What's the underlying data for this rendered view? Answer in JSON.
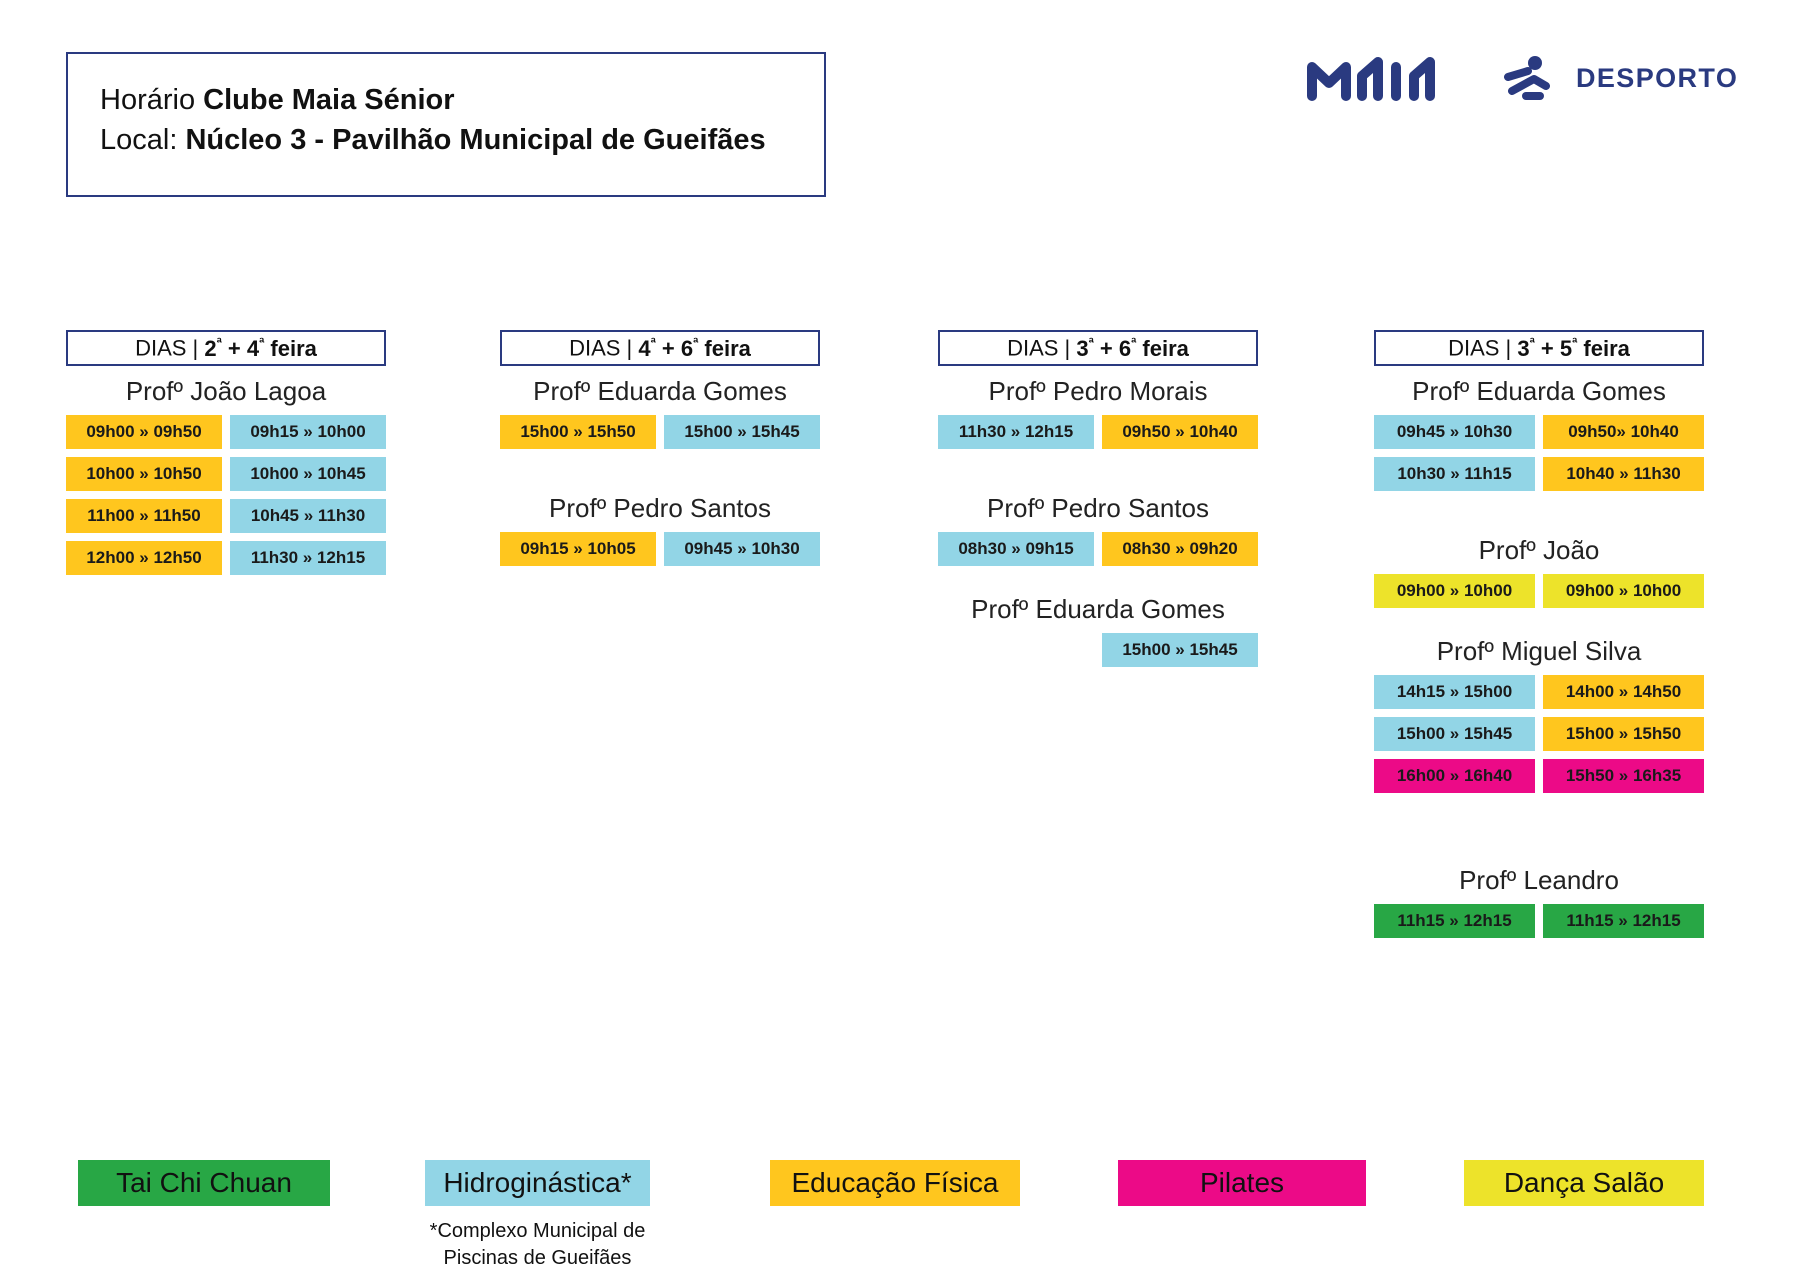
{
  "header": {
    "title_prefix": "Horário ",
    "title_strong": "Clube Maia Sénior",
    "local_prefix": "Local: ",
    "local_strong": "Núcleo 3 -  Pavilhão Municipal de Gueifães",
    "brand_word": "DESPORTO",
    "brand_logo": "maia-logo",
    "brand_icon": "runner-icon",
    "brand_color": "#2a3a80"
  },
  "palette": {
    "orange": "#FFC61E",
    "blue": "#92D5E6",
    "yellow": "#EDE32A",
    "pink": "#EC0A87",
    "green": "#28A745",
    "navy": "#2a3a80"
  },
  "columns": [
    {
      "days_prefix": "DIAS | ",
      "days_strong": "2ª + 4ª feira",
      "groups": [
        {
          "teacher": "Profº João Lagoa",
          "slots": [
            {
              "label": "09h00 » 09h50",
              "color": "#FFC61E"
            },
            {
              "label": "09h15 » 10h00",
              "color": "#92D5E6"
            },
            {
              "label": "10h00 » 10h50",
              "color": "#FFC61E"
            },
            {
              "label": "10h00 » 10h45",
              "color": "#92D5E6"
            },
            {
              "label": "11h00 » 11h50",
              "color": "#FFC61E"
            },
            {
              "label": "10h45 » 11h30",
              "color": "#92D5E6"
            },
            {
              "label": "12h00 » 12h50",
              "color": "#FFC61E"
            },
            {
              "label": "11h30 » 12h15",
              "color": "#92D5E6"
            }
          ]
        }
      ]
    },
    {
      "days_prefix": "DIAS | ",
      "days_strong": "4ª + 6ª feira",
      "groups": [
        {
          "teacher": "Profº Eduarda Gomes",
          "slots": [
            {
              "label": "15h00 » 15h50",
              "color": "#FFC61E"
            },
            {
              "label": "15h00 » 15h45",
              "color": "#92D5E6"
            }
          ]
        },
        {
          "teacher": "Profº Pedro Santos",
          "slots": [
            {
              "label": "09h15 » 10h05",
              "color": "#FFC61E"
            },
            {
              "label": "09h45 » 10h30",
              "color": "#92D5E6"
            }
          ]
        }
      ]
    },
    {
      "days_prefix": "DIAS | ",
      "days_strong": "3ª + 6ª feira",
      "groups": [
        {
          "teacher": "Profº Pedro Morais",
          "slots": [
            {
              "label": "11h30 » 12h15",
              "color": "#92D5E6"
            },
            {
              "label": "09h50 » 10h40",
              "color": "#FFC61E"
            }
          ]
        },
        {
          "teacher": "Profº Pedro Santos",
          "slots": [
            {
              "label": "08h30 » 09h15",
              "color": "#92D5E6"
            },
            {
              "label": "08h30 » 09h20",
              "color": "#FFC61E"
            }
          ]
        },
        {
          "teacher": "Profº Eduarda Gomes",
          "slots": [
            {
              "label": "",
              "color": "transparent"
            },
            {
              "label": "15h00 » 15h45",
              "color": "#92D5E6"
            }
          ]
        }
      ]
    },
    {
      "days_prefix": "DIAS | ",
      "days_strong": "3ª + 5ª feira",
      "groups": [
        {
          "teacher": "Profº Eduarda Gomes",
          "slots": [
            {
              "label": "09h45 » 10h30",
              "color": "#92D5E6"
            },
            {
              "label": "09h50» 10h40",
              "color": "#FFC61E"
            },
            {
              "label": "10h30 » 11h15",
              "color": "#92D5E6"
            },
            {
              "label": "10h40 » 11h30",
              "color": "#FFC61E"
            }
          ]
        },
        {
          "teacher": "Profº João",
          "slots": [
            {
              "label": "09h00 » 10h00",
              "color": "#EDE32A"
            },
            {
              "label": "09h00 » 10h00",
              "color": "#EDE32A"
            }
          ]
        },
        {
          "teacher": "Profº Miguel Silva",
          "slots": [
            {
              "label": "14h15 » 15h00",
              "color": "#92D5E6"
            },
            {
              "label": "14h00 » 14h50",
              "color": "#FFC61E"
            },
            {
              "label": "15h00 » 15h45",
              "color": "#92D5E6"
            },
            {
              "label": "15h00 » 15h50",
              "color": "#FFC61E"
            },
            {
              "label": "16h00 » 16h40",
              "color": "#EC0A87"
            },
            {
              "label": "15h50 » 16h35",
              "color": "#EC0A87"
            }
          ]
        },
        {
          "teacher": "Profº Leandro",
          "slots": [
            {
              "label": "11h15 » 12h15",
              "color": "#28A745"
            },
            {
              "label": "11h15 » 12h15",
              "color": "#28A745"
            }
          ]
        }
      ]
    }
  ],
  "legend": [
    {
      "label": "Tai Chi Chuan",
      "color": "#28A745",
      "note": ""
    },
    {
      "label": "Hidroginástica*",
      "color": "#92D5E6",
      "note": "*Complexo Municipal de\nPiscinas de Gueifães"
    },
    {
      "label": "Educação Física",
      "color": "#FFC61E",
      "note": ""
    },
    {
      "label": "Pilates",
      "color": "#EC0A87",
      "note": ""
    },
    {
      "label": "Dança Salão",
      "color": "#EDE32A",
      "note": ""
    }
  ]
}
